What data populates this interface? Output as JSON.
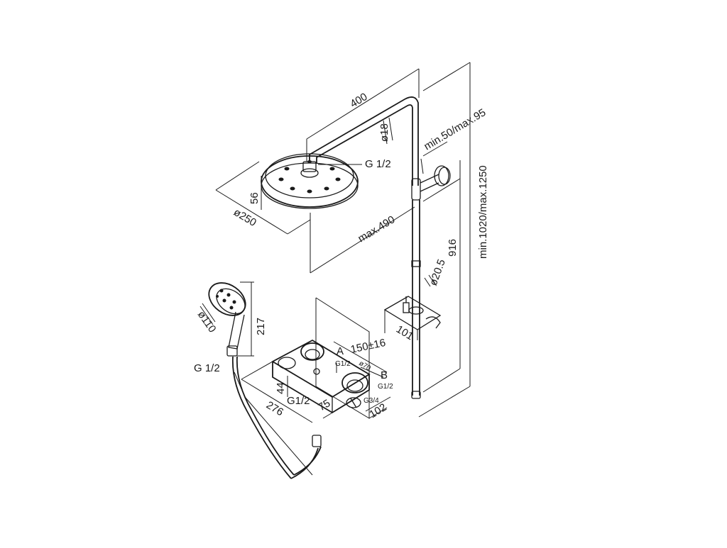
{
  "diagram": {
    "labels": {
      "arm_length": "400",
      "arm_diameter": "ø18",
      "head_thread": "G 1/2",
      "head_height": "56",
      "head_diameter": "ø250",
      "head_reach": "max.490",
      "bracket_offset": "min.50/max.95",
      "total_height": "min.1020/max.1250",
      "rail_height": "916",
      "rail_diameter": "ø20.5",
      "holder_width": "101",
      "hand_diameter": "ø110",
      "hand_length": "217",
      "hand_thread": "G 1/2",
      "valve_spacing": "150±16",
      "outlet_a": "A",
      "outlet_a_thread": "G1/2",
      "knob_diameter": "ø70",
      "outlet_b": "B",
      "outlet_b_thread": "G1/2",
      "valve_height": "44",
      "valve_thread_left": "G1/2",
      "valve_width": "276",
      "valve_depth": "75",
      "inlet_thread": "G3/4",
      "valve_projection": "102"
    }
  }
}
